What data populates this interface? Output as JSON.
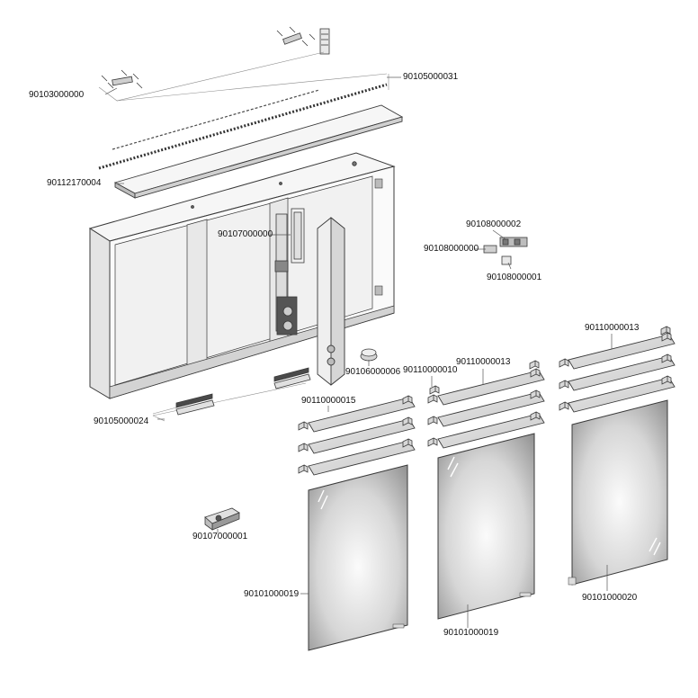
{
  "diagram": {
    "part_numbers": {
      "p_top_left_bracket": "90103000000",
      "p_led_strip": "90105000031",
      "p_top_cover": "90112170004",
      "p_center_socket": "90107000000",
      "p_hinge_upper": "90108000002",
      "p_hinge_mid": "90108000000",
      "p_hinge_small": "90108000001",
      "p_cap": "90106000006",
      "p_shelves_right": "90110000013",
      "p_clip_middle": "90110000010",
      "p_shelves_middle": "90110000013",
      "p_shelves_left": "90110000015",
      "p_bottom_strip": "90105000024",
      "p_driver": "90107000001",
      "p_door_left": "90101000019",
      "p_door_middle": "90101000019",
      "p_door_right": "90101000020"
    },
    "colors": {
      "line": "#3a3a3a",
      "cabinet_fill": "#f4f4f4",
      "shelf_fill": "#d9d9d9",
      "mirror_light": "#f2f2f2",
      "mirror_dark": "#8c8c8c"
    }
  }
}
